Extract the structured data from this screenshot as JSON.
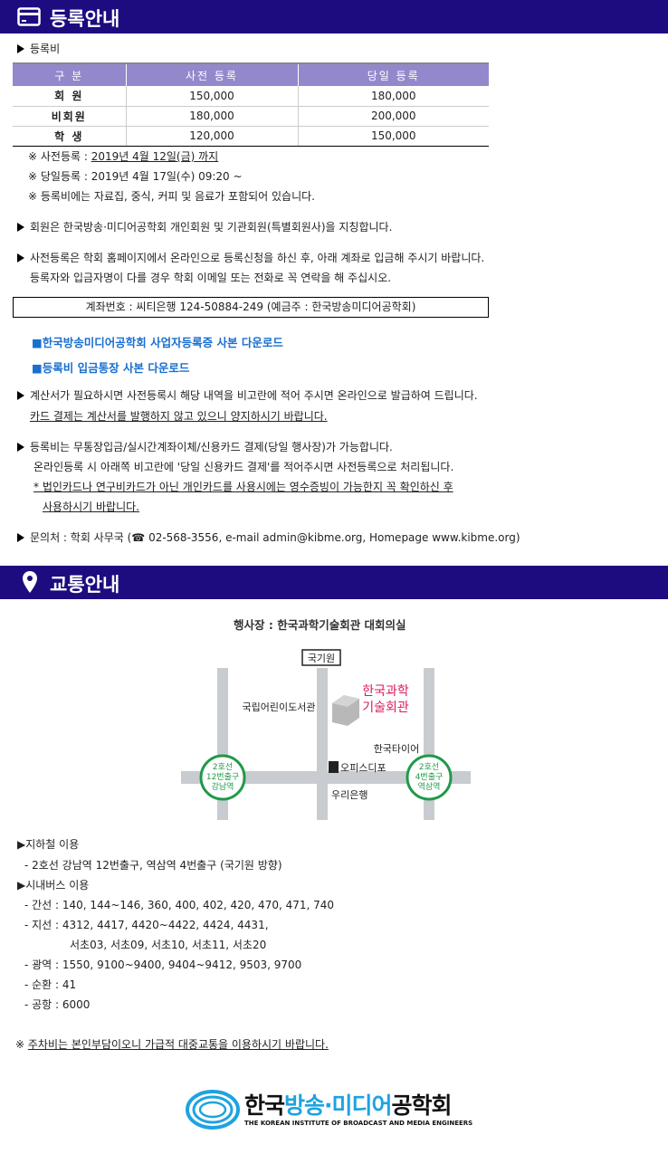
{
  "registration": {
    "title": "등록안내",
    "fee_label": "등록비",
    "table": {
      "headers": [
        "구  분",
        "사전 등록",
        "당일 등록"
      ],
      "rows": [
        [
          "회  원",
          "150,000",
          "180,000"
        ],
        [
          "비회원",
          "180,000",
          "200,000"
        ],
        [
          "학  생",
          "120,000",
          "150,000"
        ]
      ]
    },
    "notes": {
      "pre_prefix": "※ 사전등록 : ",
      "pre_date": "2019년 4월 12일(금) 까지",
      "onsite": "※ 당일등록 : 2019년 4월 17일(수) 09:20 ~",
      "includes": "※ 등록비에는 자료집, 중식, 커피 및 음료가 포함되어 있습니다."
    },
    "member_note": "회원은 한국방송·미디어공학회 개인회원 및 기관회원(특별회원사)을 지칭합니다.",
    "prereg_1": "사전등록은 학회 홈페이지에서 온라인으로 등록신청을 하신 후, 아래 계좌로 입금해 주시기 바랍니다.",
    "prereg_2": "등록자와 입금자명이 다를 경우 학회 이메일 또는 전화로 꼭 연락을 해 주십시오.",
    "account": "계좌번호 : 씨티은행 124-50884-249 (예금주 : 한국방송미디어공학회)",
    "links": [
      "■한국방송미디어공학회 사업자등록증 사본 다운로드",
      "■등록비 입금통장 사본 다운로드"
    ],
    "invoice_1": "계산서가 필요하시면 사전등록시 해당 내역을 비고란에 적어 주시면 온라인으로 발급하여 드립니다.",
    "invoice_2": "카드 결제는 계산서를 발행하지 않고 있으니 양지하시기 바랍니다.",
    "payment_1": "등록비는 무통장입금/실시간계좌이체/신용카드 결제(당일 행사장)가 가능합니다.",
    "payment_2": "온라인등록 시 아래쪽 비고란에 '당일 신용카드 결제'를 적어주시면 사전등록으로 처리됩니다.",
    "payment_3": "* 법인카드나 연구비카드가 아닌 개인카드를 사용시에는 영수증빙이 가능한지 꼭 확인하신 후",
    "payment_4": "사용하시기 바랍니다.",
    "contact": "문의처 : 학회 사무국 (☎ 02-568-3556, e-mail admin@kibme.org, Homepage www.kibme.org)"
  },
  "transport": {
    "title": "교통안내",
    "venue": "행사장 : 한국과학기술회관 대회의실",
    "map": {
      "north": "국기원",
      "library": "국립어린이도서관",
      "building": [
        "한국과학",
        "기술회관"
      ],
      "tire": "한국타이어",
      "office": "오피스디포",
      "bank": "우리은행",
      "station_left": [
        "2호선",
        "12번출구",
        "강남역"
      ],
      "station_right": [
        "2호선",
        "4번출구",
        "역삼역"
      ],
      "green": "#1f9a48",
      "red": "#e0195a"
    },
    "subway_title": "▶지하철 이용",
    "subway": "- 2호선 강남역 12번출구, 역삼역 4번출구 (국기원 방향)",
    "bus_title": "▶시내버스 이용",
    "bus": [
      "- 간선 : 140, 144~146, 360, 400, 402, 420, 470, 471, 740",
      "- 지선 : 4312, 4417, 4420~4422, 4424, 4431,",
      "서초03, 서초09, 서초10, 서초11, 서초20",
      "- 광역 : 1550, 9100~9400, 9404~9412, 9503, 9700",
      "- 순환 : 41",
      "- 공항 : 6000"
    ],
    "parking_mark": "※ ",
    "parking": "주차비는 본인부담이오니 가급적 대중교통을 이용하시기 바랍니다."
  },
  "logo": {
    "korean": [
      "한국",
      "방송·미디어",
      "공학회"
    ],
    "english": "THE KOREAN INSTITUTE OF BROADCAST AND MEDIA ENGINEERS"
  },
  "colors": {
    "header": "#1c0c80",
    "table_header": "#9488cc",
    "link": "#1a6fd0"
  }
}
